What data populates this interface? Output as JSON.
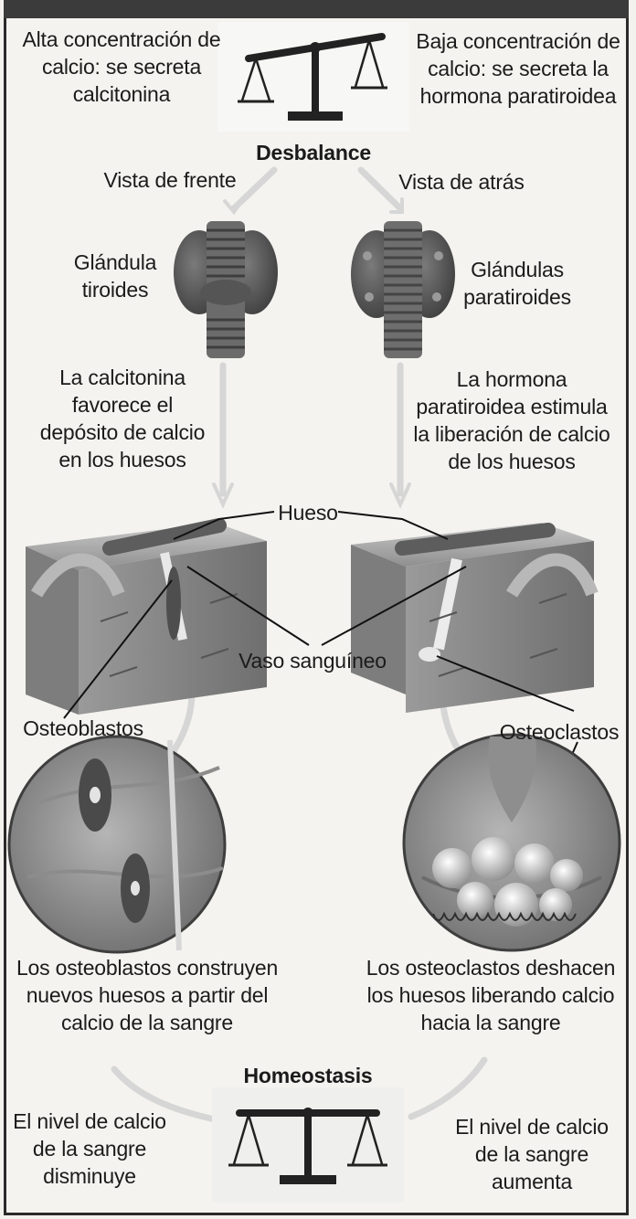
{
  "colors": {
    "border": "#2a2a2a",
    "paper": "#f4f3ef",
    "ink": "#1b1b1b",
    "gland": "#5e5e5e",
    "bone": "#8d8d8d",
    "arrow": "#d9d9d9"
  },
  "top": {
    "left_text": "Alta concentración de calcio: se secreta calcitonina",
    "right_text": "Baja concentración de calcio: se secreta la hormona paratiroidea",
    "imbalance_label": "Desbalance"
  },
  "views": {
    "front_label": "Vista de frente",
    "back_label": "Vista de atrás",
    "thyroid_label": "Glándula tiroides",
    "parathyroid_label": "Glándulas paratiroides"
  },
  "hormones": {
    "calcitonin_text": "La calcitonina favorece el depósito de calcio en los huesos",
    "parathyroid_text": "La hormona paratiroidea estimula la liberación de calcio de los huesos"
  },
  "bone": {
    "bone_label": "Hueso",
    "vessel_label": "Vaso sanguíneo",
    "osteoblast_label": "Osteoblastos",
    "osteoclast_label": "Osteoclastos"
  },
  "cells": {
    "osteoblast_text": "Los osteoblastos construyen nuevos huesos a partir del calcio de la sangre",
    "osteoclast_text": "Los osteoclastos deshacen los huesos liberando calcio hacia la sangre"
  },
  "bottom": {
    "homeostasis_label": "Homeostasis",
    "left_text": "El nivel de calcio de la sangre disminuye",
    "right_text": "El nivel de calcio de la sangre aumenta"
  }
}
